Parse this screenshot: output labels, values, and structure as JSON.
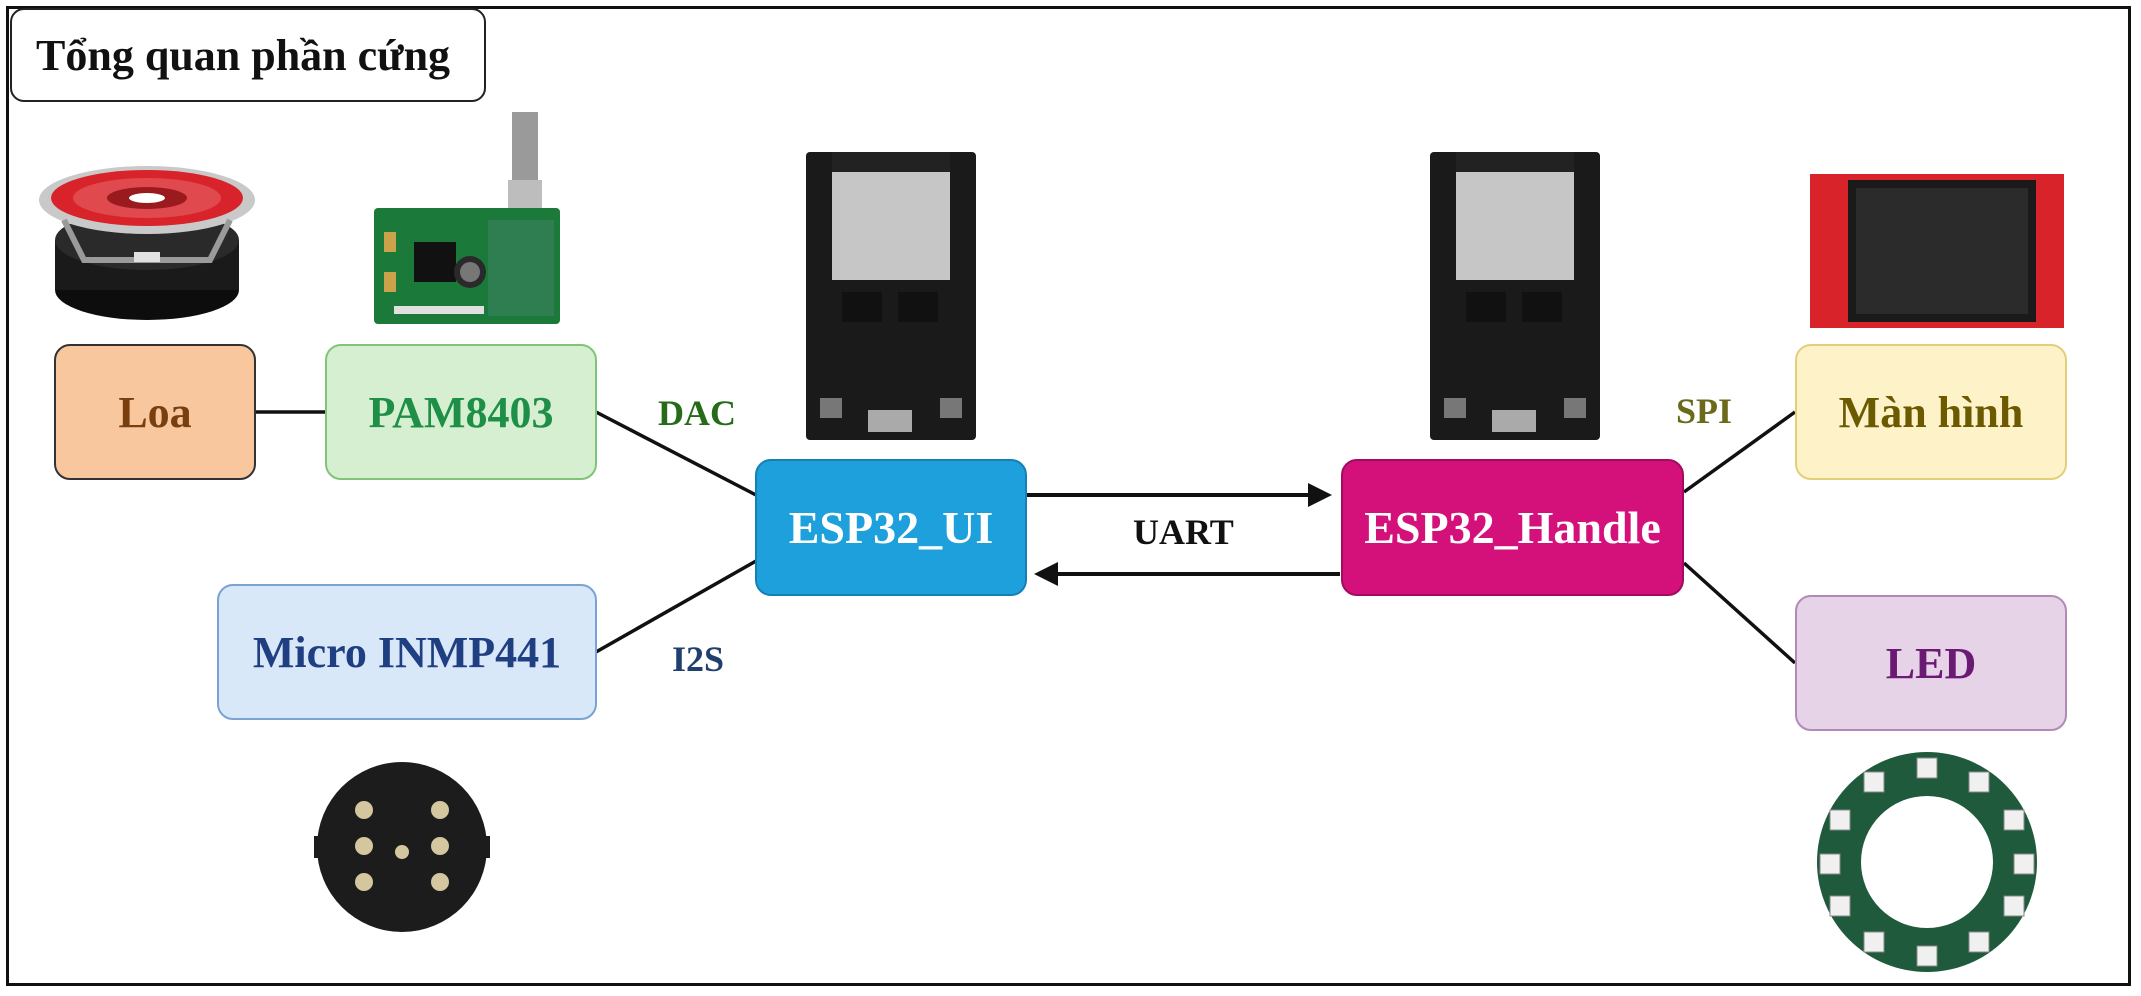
{
  "title": "Tổng quan phần cứng",
  "nodes": {
    "loa": "Loa",
    "pam8403": "PAM8403",
    "micro": "Micro INMP441",
    "esp32_ui": "ESP32_UI",
    "esp32_handle": "ESP32_Handle",
    "man_hinh": "Màn hình",
    "led": "LED"
  },
  "links": {
    "dac": "DAC",
    "i2s": "I2S",
    "uart": "UART",
    "spi": "SPI"
  },
  "colors": {
    "loa_fill": "#f9c79e",
    "loa_text": "#7a3f0f",
    "pam_fill": "#d6efd0",
    "pam_text": "#1e8f47",
    "micro_fill": "#d9e8f8",
    "micro_text": "#1f3f82",
    "esp_ui_fill": "#1ea0dc",
    "esp_handle_fill": "#d4117a",
    "screen_fill": "#fdf2c8",
    "screen_text": "#6b5a00",
    "led_fill": "#e6d3e8",
    "led_text": "#6b1a73",
    "dac_text": "#256b1a",
    "i2s_text": "#1f3f6e",
    "spi_text": "#6b6a1a"
  },
  "icons": [
    "speaker-icon",
    "amplifier-board-icon",
    "esp32-board-icon",
    "tft-display-icon",
    "microphone-module-icon",
    "led-ring-icon"
  ]
}
